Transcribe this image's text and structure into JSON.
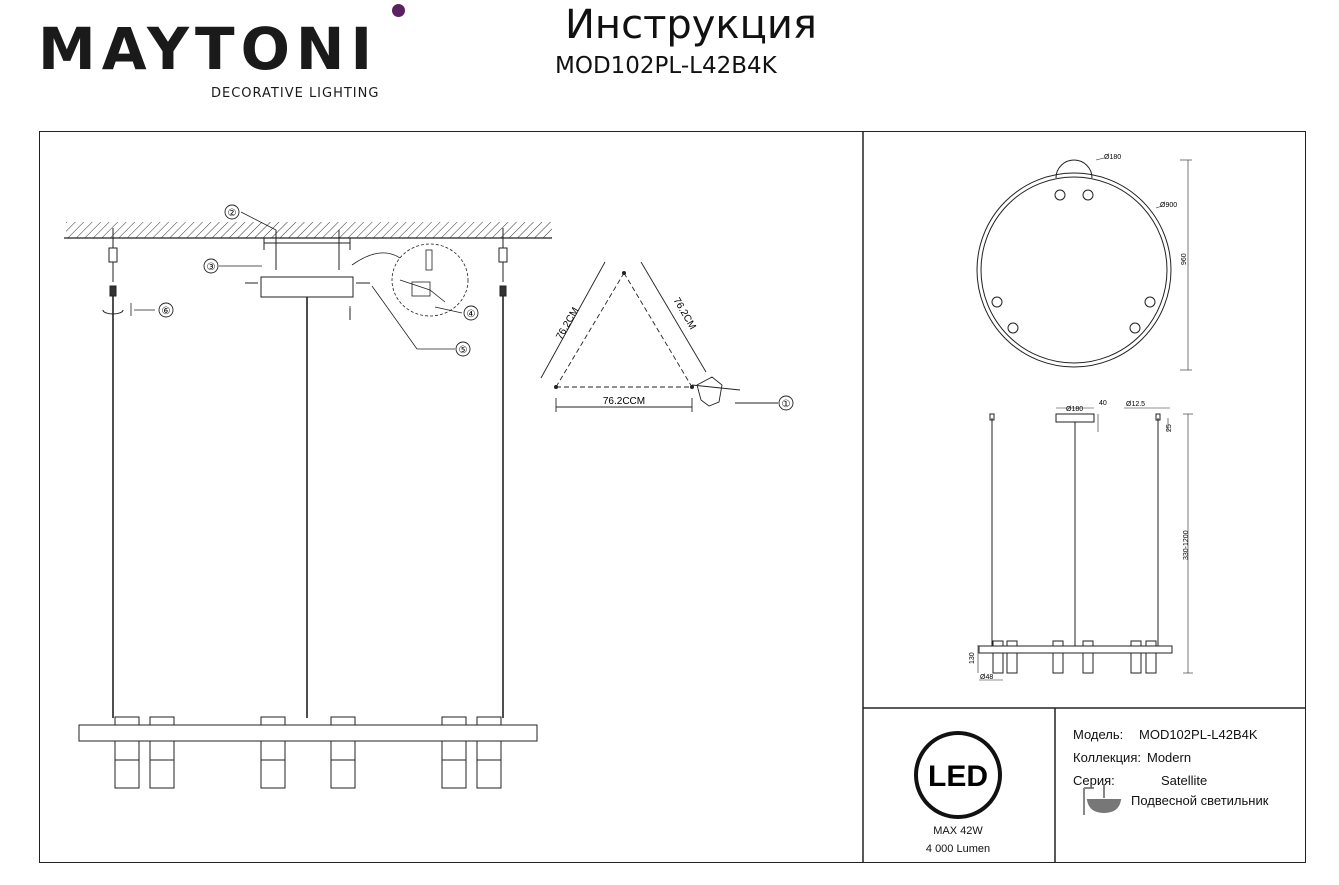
{
  "header": {
    "brand": "MAYTONI",
    "brand_tagline": "DECORATIVE LIGHTING",
    "title": "Инструкция",
    "model": "MOD102PL-L42B4K"
  },
  "install_diagram": {
    "callouts": [
      "①",
      "②",
      "③",
      "④",
      "⑤",
      "⑥"
    ],
    "triangle_side_labels": [
      "76.2CM",
      "76.2CM",
      "76.2CCM"
    ]
  },
  "dimensions": {
    "top_view": {
      "canopy_dia": "Ø180",
      "ring_dia": "Ø900",
      "height": "960"
    },
    "side_view": {
      "canopy_dia": "Ø180",
      "canopy_h": "40",
      "cable_dia": "Ø12.5",
      "cable_h": "25",
      "drop": "330-1200",
      "lamp_h": "130",
      "lamp_dia": "Ø48"
    }
  },
  "led_box": {
    "badge": "LED",
    "power": "MAX 42W",
    "lumen": "4 000 Lumen"
  },
  "product_info": {
    "model_label": "Модель:",
    "model_value": "MOD102PL-L42B4K",
    "collection_label": "Коллекция:",
    "collection_value": "Modern",
    "series_label": "Серия:",
    "series_value": "Satellite",
    "type_value": "Подвесной светильник"
  }
}
